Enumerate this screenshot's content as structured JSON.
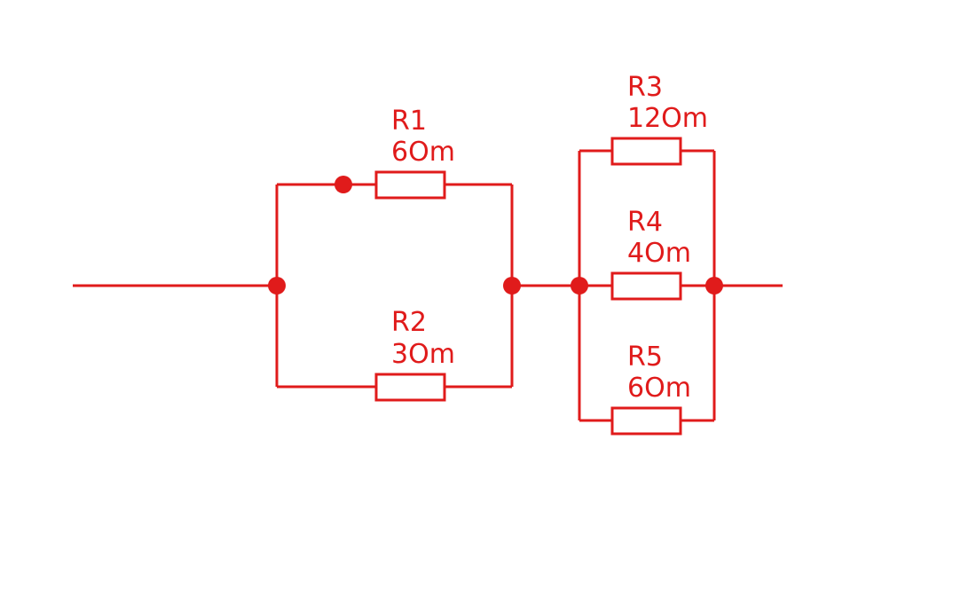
{
  "diagram": {
    "colors": {
      "stroke": "#e01b1b",
      "background": "#ffffff"
    },
    "resistors": [
      {
        "id": "R1",
        "name": "R1",
        "value": "6Om"
      },
      {
        "id": "R2",
        "name": "R2",
        "value": "3Om"
      },
      {
        "id": "R3",
        "name": "R3",
        "value": "12Om"
      },
      {
        "id": "R4",
        "name": "R4",
        "value": "4Om"
      },
      {
        "id": "R5",
        "name": "R5",
        "value": "6Om"
      }
    ]
  }
}
